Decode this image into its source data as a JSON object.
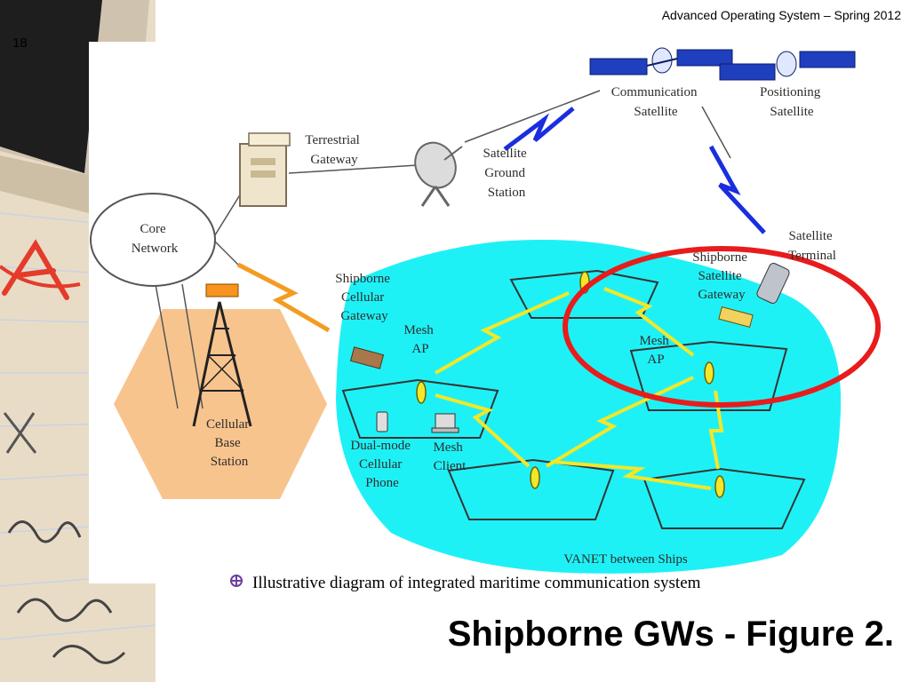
{
  "header": {
    "course": "Advanced Operating System – Spring 2012",
    "slide_number": "18"
  },
  "diagram": {
    "labels": {
      "communication_satellite": [
        "Communication",
        "Satellite"
      ],
      "positioning_satellite": [
        "Positioning",
        "Satellite"
      ],
      "terrestrial_gateway": [
        "Terrestrial",
        "Gateway"
      ],
      "satellite_ground_station": [
        "Satellite",
        "Ground",
        "Station"
      ],
      "core_network": [
        "Core",
        "Network"
      ],
      "satellite_terminal": [
        "Satellite",
        "Terminal"
      ],
      "shipborne_satellite_gateway": [
        "Shipborne",
        "Satellite",
        "Gateway"
      ],
      "shipborne_cellular_gateway": [
        "Shipborne",
        "Cellular",
        "Gateway"
      ],
      "mesh_ap_left": [
        "Mesh",
        "AP"
      ],
      "mesh_ap_right": [
        "Mesh",
        "AP"
      ],
      "cellular_base_station": [
        "Cellular",
        "Base",
        "Station"
      ],
      "dual_mode_phone": [
        "Dual-mode",
        "Cellular",
        "Phone"
      ],
      "mesh_client": [
        "Mesh",
        "Client"
      ],
      "vanet": "VANET between Ships"
    },
    "colors": {
      "sea": "#1ef1f6",
      "cell_area": "#f8c48e",
      "highlight": "#e81c1c",
      "link": "#1a2ee0",
      "wireless": "#f2e72a"
    }
  },
  "caption": "Illustrative diagram of integrated maritime communication system",
  "title": "Shipborne GWs - Figure 2."
}
